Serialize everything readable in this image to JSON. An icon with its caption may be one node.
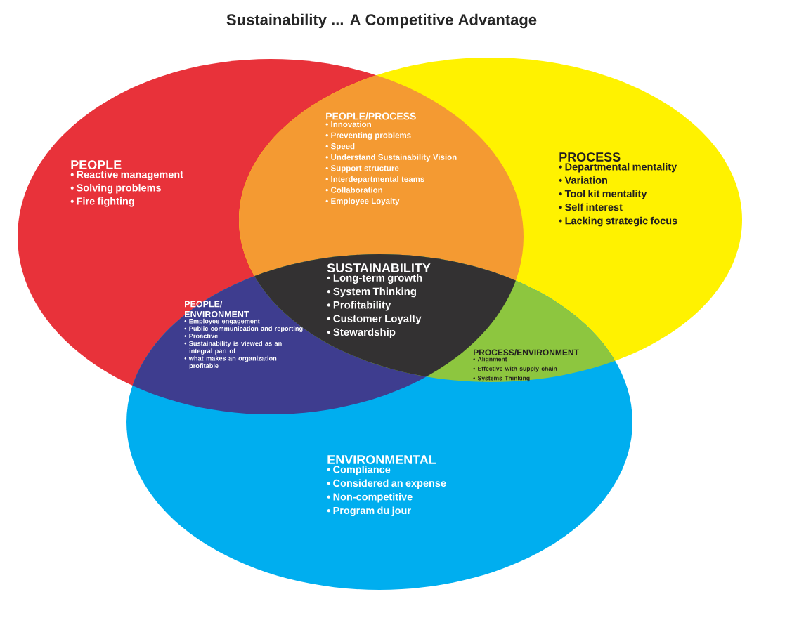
{
  "diagram": {
    "title": "Sustainability ... A Competitive Advantage",
    "nodes": [
      {
        "text": [
          "PEOPLE",
          "• Reactive management",
          "• Solving problems",
          "• Fire fighting"
        ]
      },
      {
        "text": [
          "PROCESS",
          "• Departmental mentality",
          "• Variation",
          "• Tool kit mentality",
          "• Self interest",
          "• Lacking strategic focus"
        ]
      },
      {
        "text": [
          "ENVIRONMENTAL",
          "• Compliance",
          "• Considered an expense",
          "• Non-competitive",
          "• Program du jour"
        ]
      },
      {
        "text": [
          "PEOPLE/PROCESS",
          "• Innovation",
          "• Preventing problems",
          "• Speed",
          "• Understand Sustainability Vision",
          "• Support structure",
          "• Interdepartmental teams",
          "• Collaboration",
          "• Employee Loyalty"
        ]
      },
      {
        "text": [
          "SUSTAINABILITY",
          "• Long-term growth",
          "• System Thinking",
          "• Profitability",
          "• Customer Loyalty",
          "• Stewardship"
        ]
      },
      {
        "text": [
          "PEOPLE/ ENVIRONMENT",
          "• Employee engagement",
          "• Public communication and reporting",
          "• Proactive",
          "• Sustainability is viewed as an integral part of",
          "• what makes an organization profitable"
        ]
      },
      {
        "text": [
          "PROCESS/ENVIRONMENT",
          "• Alignment",
          "• Effective with supply chain",
          "• Systems Thinking"
        ]
      }
    ]
  }
}
